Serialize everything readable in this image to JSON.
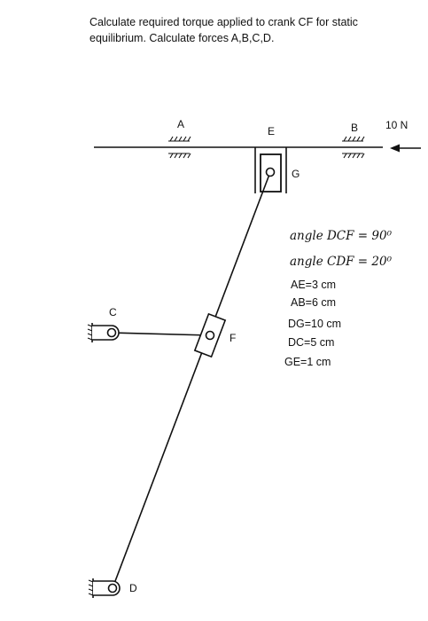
{
  "problem": {
    "text": "Calculate required torque applied to crank CF for static equilibrium. Calculate forces A,B,C,D."
  },
  "labels": {
    "A": "A",
    "B": "B",
    "C": "C",
    "D": "D",
    "E": "E",
    "F": "F",
    "G": "G"
  },
  "force": {
    "label": "10 N"
  },
  "angles": {
    "dcf": "angle DCF = 90⁰",
    "cdf": "angle CDF = 20⁰"
  },
  "dimensions": {
    "ae": "AE=3 cm",
    "ab": "AB=6 cm",
    "dg": "DG=10 cm",
    "dc": "DC=5 cm",
    "ge": "GE=1 cm"
  }
}
